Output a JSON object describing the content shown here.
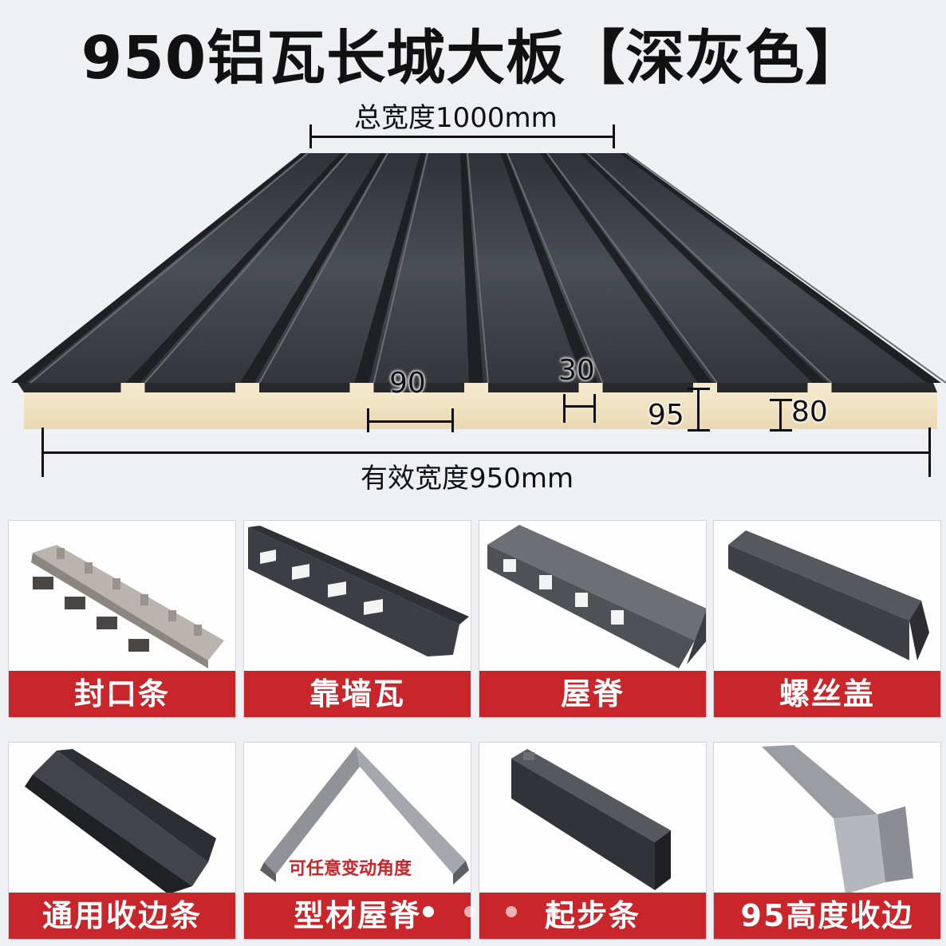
{
  "title": "950铝瓦长城大板【深灰色】",
  "dimensions": {
    "total_width": "总宽度1000mm",
    "effective_width": "有效宽度950mm",
    "rib_spacing": "90",
    "rib_top": "30",
    "height_a": "95",
    "height_b": "80"
  },
  "colors": {
    "panel": "#3b3e44",
    "foam": "#f1e3c5",
    "label_bg": "#c8262b"
  },
  "products": [
    {
      "label": "封口条",
      "icon": "closure-strip-icon"
    },
    {
      "label": "靠墙瓦",
      "icon": "wall-flashing-icon"
    },
    {
      "label": "屋脊",
      "icon": "ridge-cap-icon"
    },
    {
      "label": "螺丝盖",
      "icon": "screw-cap-icon"
    },
    {
      "label": "通用收边条",
      "icon": "angle-trim-icon"
    },
    {
      "label": "型材屋脊",
      "icon": "profile-ridge-icon",
      "note": "可任意变动角度"
    },
    {
      "label": "起步条",
      "icon": "starter-strip-icon"
    },
    {
      "label": "95高度收边",
      "icon": "edge-trim-95-icon"
    }
  ],
  "carousel": {
    "count": 4,
    "active_index": 0
  }
}
